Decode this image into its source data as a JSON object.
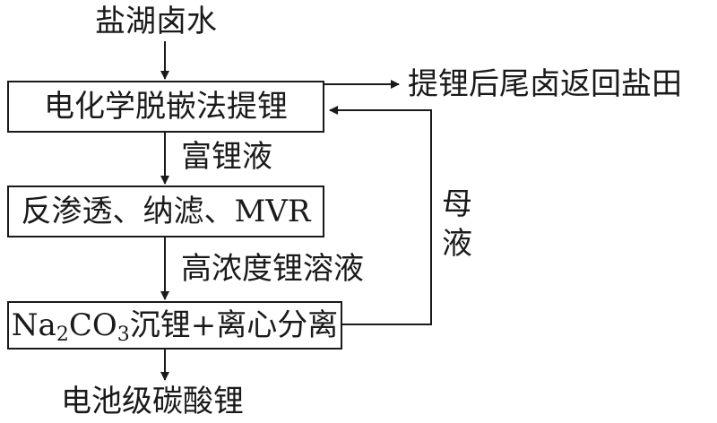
{
  "nodes": {
    "source": "盐湖卤水",
    "step1": "电化学脱嵌法提锂",
    "step2": "反渗透、纳滤、MVR",
    "step3_prefix_na": "Na",
    "step3_sub_2": "2",
    "step3_co": "CO",
    "step3_sub_3": "3",
    "step3_suffix": "沉锂+离心分离",
    "product": "电池级碳酸锂",
    "side_output": "提锂后尾卤返回盐田"
  },
  "edges": {
    "edge1_label": "富锂液",
    "edge2_label": "高浓度锂溶液",
    "recycle_label_1": "母",
    "recycle_label_2": "液"
  }
}
